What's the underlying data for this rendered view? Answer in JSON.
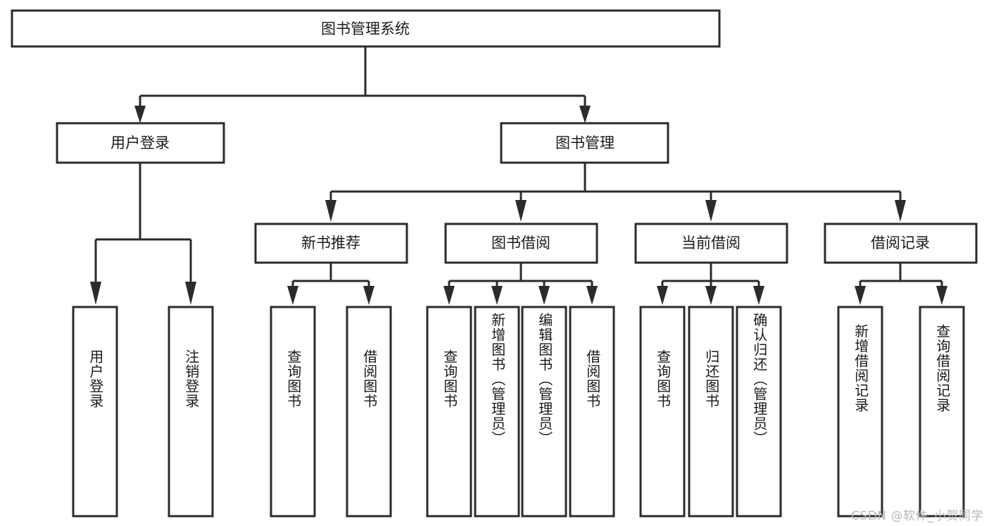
{
  "diagram": {
    "title": "图书管理系统",
    "watermark": "CSDN @软件_小贺同学",
    "colors": {
      "background": "#ffffff",
      "box_fill": "#ffffff",
      "stroke": "#2b2b2b",
      "text": "#1a1a1a",
      "watermark": "#b8b8b8"
    },
    "root": {
      "label": "图书管理系统"
    },
    "level2": [
      {
        "label": "用户登录"
      },
      {
        "label": "图书管理"
      }
    ],
    "level3": [
      {
        "label": "新书推荐"
      },
      {
        "label": "图书借阅"
      },
      {
        "label": "当前借阅"
      },
      {
        "label": "借阅记录"
      }
    ],
    "leaves_user_login": [
      {
        "label": "用户登录"
      },
      {
        "label": "注销登录"
      }
    ],
    "leaves_new_book": [
      {
        "label": "查询图书"
      },
      {
        "label": "借阅图书"
      }
    ],
    "leaves_borrow": [
      {
        "label": "查询图书"
      },
      {
        "label": "新增图书（管理员）"
      },
      {
        "label": "编辑图书（管理员）"
      },
      {
        "label": "借阅图书"
      }
    ],
    "leaves_current": [
      {
        "label": "查询图书"
      },
      {
        "label": "归还图书"
      },
      {
        "label": "确认归还（管理员）"
      }
    ],
    "leaves_record": [
      {
        "label": "新增借阅记录"
      },
      {
        "label": "查询借阅记录"
      }
    ]
  }
}
